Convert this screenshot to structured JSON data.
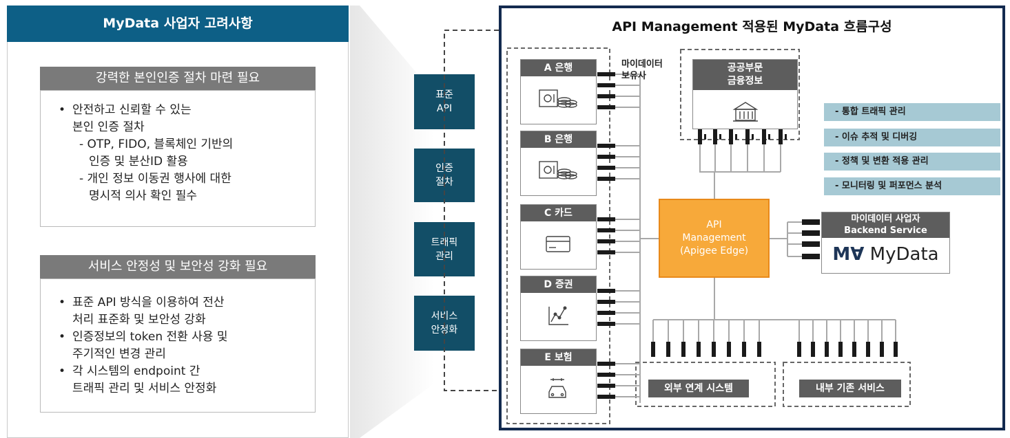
{
  "left_panel": {
    "title": "MyData 사업자 고려사항",
    "section1": {
      "heading": "강력한 본인인증 절차 마련 필요",
      "lines": [
        {
          "type": "bullet",
          "text": "안전하고 신뢰할 수 있는"
        },
        {
          "type": "cont",
          "text": "본인 인증 절차"
        },
        {
          "type": "sub",
          "text": "- OTP, FIDO, 블록체인 기반의"
        },
        {
          "type": "subcont",
          "text": "인증 및 분산ID 활용"
        },
        {
          "type": "sub",
          "text": "- 개인 정보 이동권 행사에 대한"
        },
        {
          "type": "subcont",
          "text": "명시적 의사 확인 필수"
        }
      ]
    },
    "section2": {
      "heading": "서비스 안정성 및 보안성 강화 필요",
      "lines": [
        {
          "type": "bullet",
          "text": "표준 API 방식을 이용하여 전산"
        },
        {
          "type": "cont",
          "text": "처리 표준화 및 보안성 강화"
        },
        {
          "type": "bullet",
          "text": "인증정보의 token 전환 사용 및"
        },
        {
          "type": "cont",
          "text": "주기적인 변경 관리"
        },
        {
          "type": "bullet",
          "text": "각 시스템의 endpoint 간"
        },
        {
          "type": "cont",
          "text": "트래픽 관리 및 서비스 안정화"
        }
      ]
    }
  },
  "side_chain": [
    {
      "line1": "표준",
      "line2": "API"
    },
    {
      "line1": "인증",
      "line2": "절차"
    },
    {
      "line1": "트래픽",
      "line2": "관리"
    },
    {
      "line1": "서비스",
      "line2": "안정화"
    }
  ],
  "diagram": {
    "title": "API Management 적용된 MyData 흐름구성",
    "holder_label": {
      "line1": "마이데이터",
      "line2": "보유사"
    },
    "holders": [
      {
        "name": "A 은행",
        "icon": "safe-coins-icon"
      },
      {
        "name": "B 은행",
        "icon": "safe-coins-icon"
      },
      {
        "name": "C 카드",
        "icon": "credit-card-icon"
      },
      {
        "name": "D 증권",
        "icon": "stock-chart-icon"
      },
      {
        "name": "E 보험",
        "icon": "car-wrench-icon"
      }
    ],
    "public": {
      "line1": "공공부문",
      "line2": "금융정보",
      "icon": "government-building-icon"
    },
    "features": [
      "- 통합 트래픽 관리",
      "- 이슈 추적 및 디버깅",
      "- 정책 및 변환 적용 관리",
      "- 모니터링 및 퍼포먼스 분석"
    ],
    "api_box": {
      "line1": "API",
      "line2": "Management",
      "line3": "(Apigee Edge)"
    },
    "backend": {
      "line1": "마이데이터 사업자",
      "line2": "Backend Service",
      "logo_text": "MyData",
      "logo_mark": "M∀"
    },
    "external": "외부 연계 시스템",
    "internal": "내부 기존 서비스",
    "colors": {
      "navy": "#124e67",
      "orange": "#f7a93a",
      "feature_bg": "#a6c9d4",
      "header_blue": "#0d5f86"
    }
  }
}
